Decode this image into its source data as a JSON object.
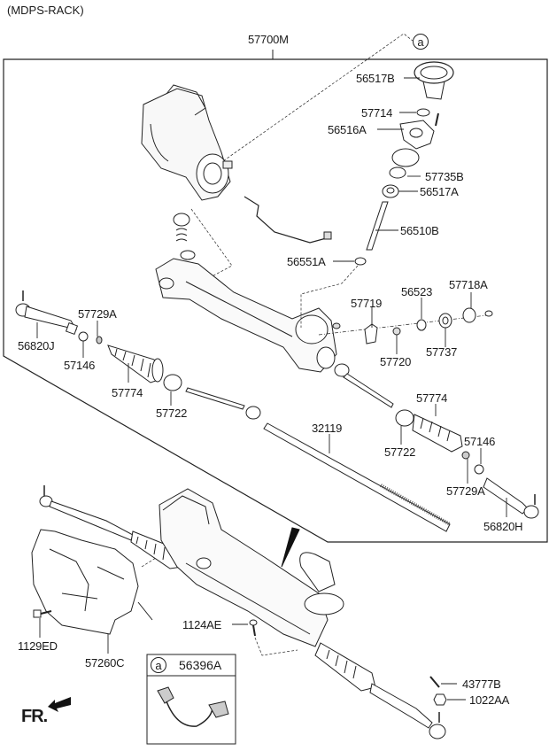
{
  "diagram": {
    "title": "(MDPS-RACK)",
    "assembly_code": "57700M",
    "ref_marker": "a",
    "front_indicator": "FR.",
    "inset": {
      "marker": "a",
      "part_code": "56396A",
      "depicts": "wiring harness connector"
    },
    "labels": {
      "p56517B": "56517B",
      "p57714": "57714",
      "p56516A": "56516A",
      "p57735B": "57735B",
      "p56517A": "56517A",
      "p56510B": "56510B",
      "p56551A": "56551A",
      "p57718A": "57718A",
      "p56523": "56523",
      "p57719": "57719",
      "p57720": "57720",
      "p57737": "57737",
      "p57729A_l": "57729A",
      "p56820J": "56820J",
      "p57146_l": "57146",
      "p57774_l": "57774",
      "p57722_l": "57722",
      "p32119": "32119",
      "p57774_r": "57774",
      "p57722_r": "57722",
      "p57146_r": "57146",
      "p57729A_r": "57729A",
      "p56820H": "56820H",
      "p1124AE": "1124AE",
      "p1129ED": "1129ED",
      "p57260C": "57260C",
      "p43777B": "43777B",
      "p1022AA": "1022AA"
    }
  }
}
